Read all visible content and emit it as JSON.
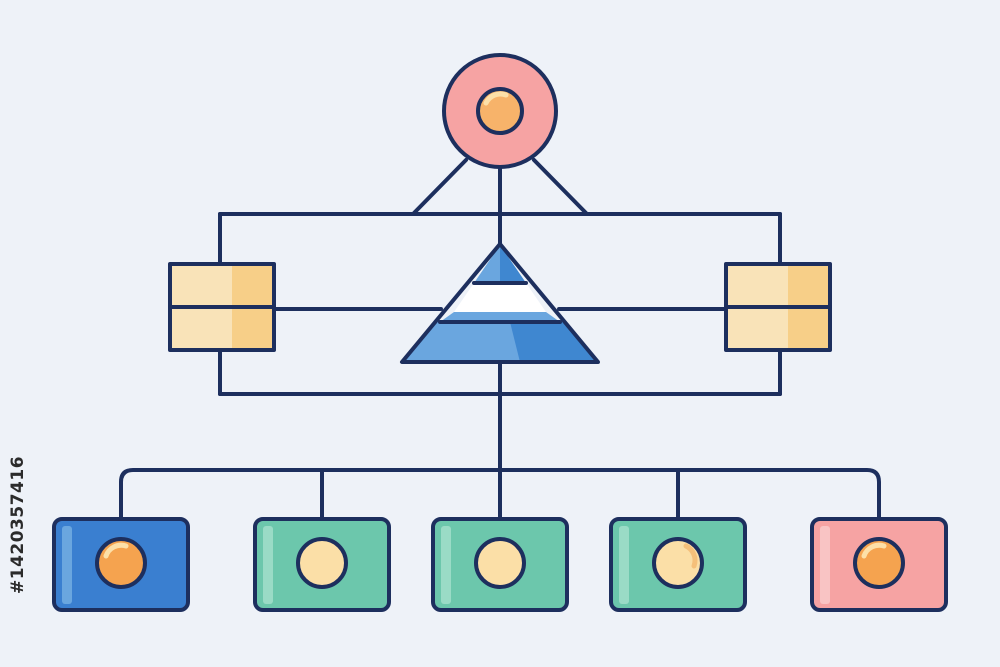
{
  "colors": {
    "background": "#eef2f8",
    "line": "#1d2f5e",
    "root_fill": "#f6a3a3",
    "inner_circle": "#f7b36a",
    "inner_circle_highlight": "#fde0a8",
    "panel_light": "#f9e3b8",
    "panel_dark": "#f7cf88",
    "pyramid_light": "#6aa6df",
    "pyramid_dark": "#3f87d0",
    "pyramid_band": "#ffffff",
    "box_blue": "#3a7fd0",
    "box_green": "#6cc7ac",
    "box_pink": "#f6a3a3",
    "circle_orange": "#f5a34f",
    "circle_cream": "#fbdfa7"
  },
  "nodes": {
    "root": {
      "shape": "circle",
      "icon": "target-node-icon"
    },
    "center": {
      "shape": "pyramid",
      "icon": "pyramid-icon"
    },
    "left_panel": {
      "shape": "two-row-panel"
    },
    "right_panel": {
      "shape": "two-row-panel"
    },
    "leaves": [
      {
        "fill": "box_blue",
        "dot": "circle_orange"
      },
      {
        "fill": "box_green",
        "dot": "circle_cream"
      },
      {
        "fill": "box_green",
        "dot": "circle_cream"
      },
      {
        "fill": "box_green",
        "dot": "circle_cream"
      },
      {
        "fill": "box_pink",
        "dot": "circle_orange"
      }
    ]
  },
  "watermark": {
    "id_text": "#1420357416"
  }
}
